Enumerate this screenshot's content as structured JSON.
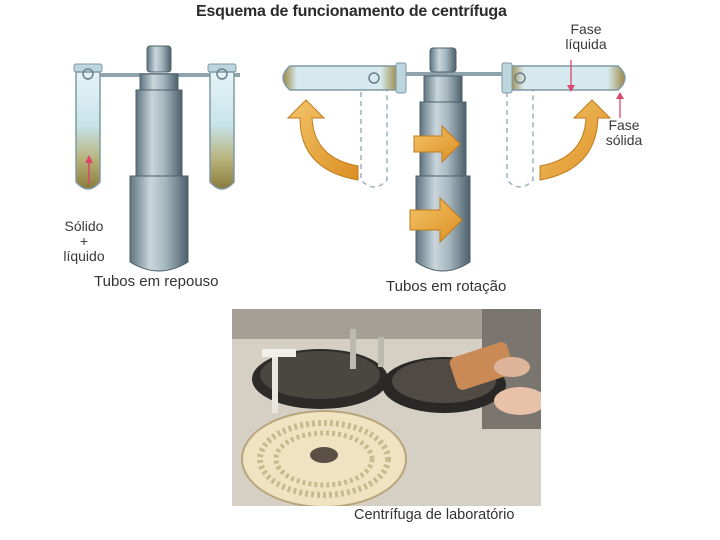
{
  "diagram": {
    "title": "Esquema de funcionamento de centrífuga",
    "labels": {
      "fase_liquida": [
        "Fase",
        "líquida"
      ],
      "fase_solida": [
        "Fase",
        "sólida"
      ],
      "solido_liquido": [
        "Sólido",
        "+",
        "líquido"
      ]
    },
    "captions": {
      "rest": "Tubos em repouso",
      "rotation": "Tubos em rotação"
    }
  },
  "photo": {
    "caption": "Centrífuga de laboratório"
  },
  "colors": {
    "tube_fill": "#d8eef4",
    "sediment": "#8a7a3a",
    "arrow": "#e9a83b",
    "column": "#9fb3bd",
    "pink_arrow": "#d9486a"
  }
}
